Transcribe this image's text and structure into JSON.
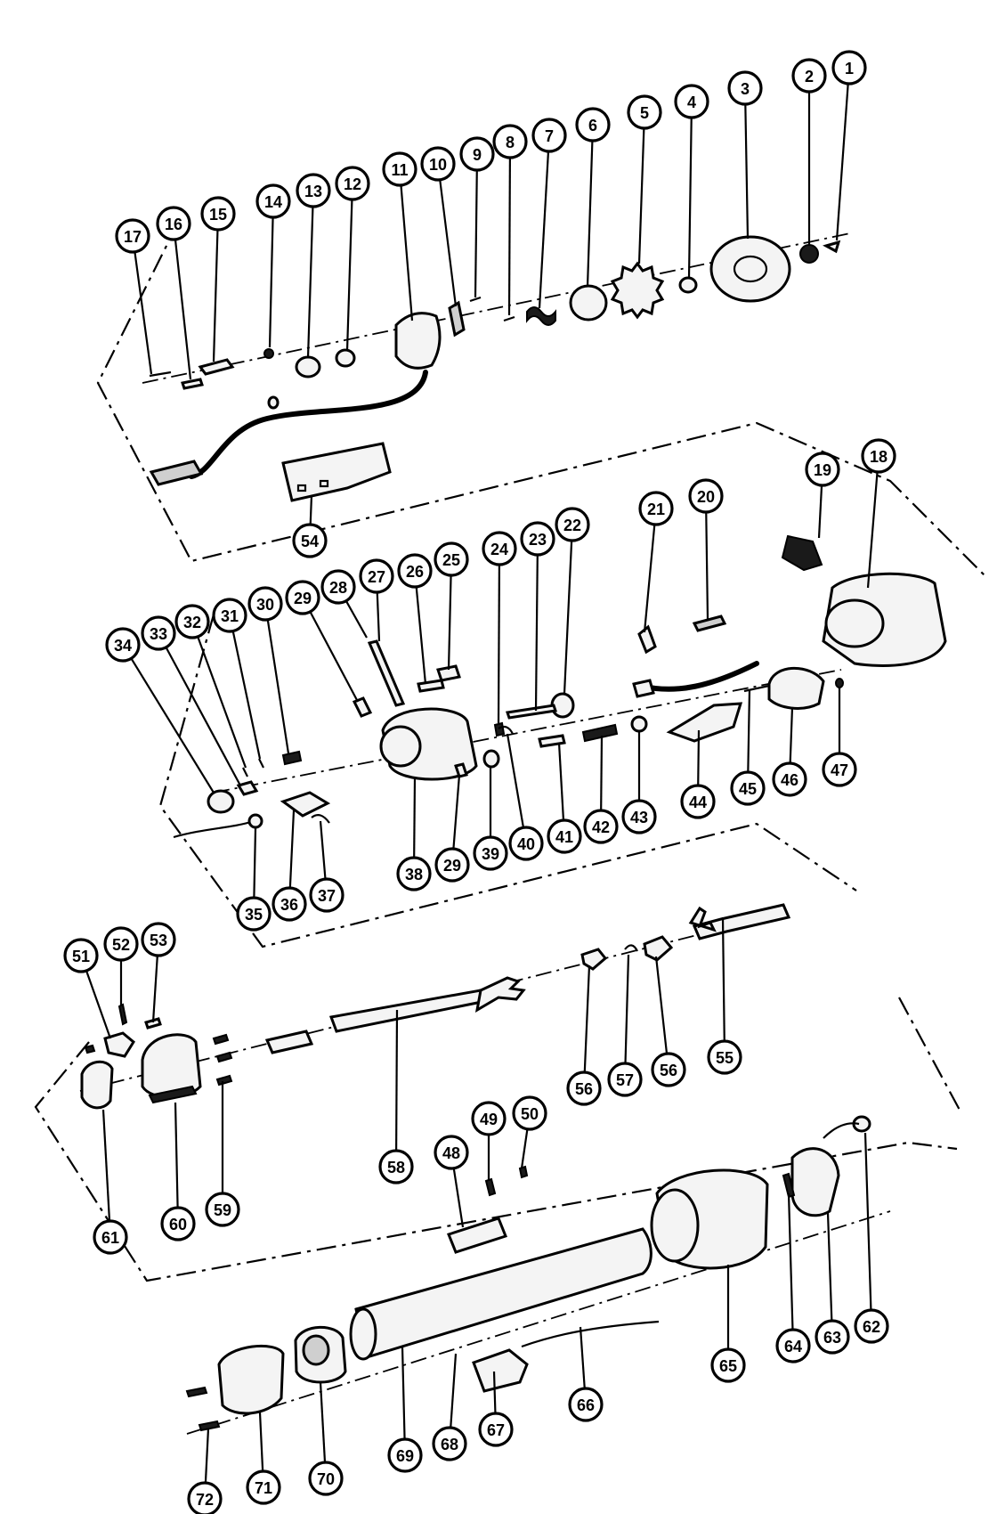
{
  "callouts": [
    {
      "id": "callout-1",
      "label": "1"
    },
    {
      "id": "callout-2",
      "label": "2"
    },
    {
      "id": "callout-3",
      "label": "3"
    },
    {
      "id": "callout-4",
      "label": "4"
    },
    {
      "id": "callout-5",
      "label": "5"
    },
    {
      "id": "callout-6",
      "label": "6"
    },
    {
      "id": "callout-7",
      "label": "7"
    },
    {
      "id": "callout-8",
      "label": "8"
    },
    {
      "id": "callout-9",
      "label": "9"
    },
    {
      "id": "callout-10",
      "label": "10"
    },
    {
      "id": "callout-11",
      "label": "11"
    },
    {
      "id": "callout-12",
      "label": "12"
    },
    {
      "id": "callout-13",
      "label": "13"
    },
    {
      "id": "callout-14",
      "label": "14"
    },
    {
      "id": "callout-15",
      "label": "15"
    },
    {
      "id": "callout-16",
      "label": "16"
    },
    {
      "id": "callout-17",
      "label": "17"
    },
    {
      "id": "callout-18",
      "label": "18"
    },
    {
      "id": "callout-19",
      "label": "19"
    },
    {
      "id": "callout-20",
      "label": "20"
    },
    {
      "id": "callout-21",
      "label": "21"
    },
    {
      "id": "callout-22",
      "label": "22"
    },
    {
      "id": "callout-23",
      "label": "23"
    },
    {
      "id": "callout-24",
      "label": "24"
    },
    {
      "id": "callout-25",
      "label": "25"
    },
    {
      "id": "callout-26",
      "label": "26"
    },
    {
      "id": "callout-27",
      "label": "27"
    },
    {
      "id": "callout-28",
      "label": "28"
    },
    {
      "id": "callout-29a",
      "label": "29"
    },
    {
      "id": "callout-30",
      "label": "30"
    },
    {
      "id": "callout-31",
      "label": "31"
    },
    {
      "id": "callout-32",
      "label": "32"
    },
    {
      "id": "callout-33",
      "label": "33"
    },
    {
      "id": "callout-34",
      "label": "34"
    },
    {
      "id": "callout-35",
      "label": "35"
    },
    {
      "id": "callout-36",
      "label": "36"
    },
    {
      "id": "callout-37",
      "label": "37"
    },
    {
      "id": "callout-38",
      "label": "38"
    },
    {
      "id": "callout-29b",
      "label": "29"
    },
    {
      "id": "callout-39",
      "label": "39"
    },
    {
      "id": "callout-40",
      "label": "40"
    },
    {
      "id": "callout-41",
      "label": "41"
    },
    {
      "id": "callout-42",
      "label": "42"
    },
    {
      "id": "callout-43",
      "label": "43"
    },
    {
      "id": "callout-44",
      "label": "44"
    },
    {
      "id": "callout-45",
      "label": "45"
    },
    {
      "id": "callout-46",
      "label": "46"
    },
    {
      "id": "callout-47",
      "label": "47"
    },
    {
      "id": "callout-54",
      "label": "54"
    },
    {
      "id": "callout-51",
      "label": "51"
    },
    {
      "id": "callout-52",
      "label": "52"
    },
    {
      "id": "callout-53",
      "label": "53"
    },
    {
      "id": "callout-56a",
      "label": "56"
    },
    {
      "id": "callout-57",
      "label": "57"
    },
    {
      "id": "callout-56b",
      "label": "56"
    },
    {
      "id": "callout-55",
      "label": "55"
    },
    {
      "id": "callout-58",
      "label": "58"
    },
    {
      "id": "callout-48",
      "label": "48"
    },
    {
      "id": "callout-49",
      "label": "49"
    },
    {
      "id": "callout-50",
      "label": "50"
    },
    {
      "id": "callout-59",
      "label": "59"
    },
    {
      "id": "callout-60",
      "label": "60"
    },
    {
      "id": "callout-61",
      "label": "61"
    },
    {
      "id": "callout-62",
      "label": "62"
    },
    {
      "id": "callout-63",
      "label": "63"
    },
    {
      "id": "callout-64",
      "label": "64"
    },
    {
      "id": "callout-65",
      "label": "65"
    },
    {
      "id": "callout-66",
      "label": "66"
    },
    {
      "id": "callout-67",
      "label": "67"
    },
    {
      "id": "callout-68",
      "label": "68"
    },
    {
      "id": "callout-69",
      "label": "69"
    },
    {
      "id": "callout-70",
      "label": "70"
    },
    {
      "id": "callout-71",
      "label": "71"
    },
    {
      "id": "callout-72",
      "label": "72"
    }
  ]
}
